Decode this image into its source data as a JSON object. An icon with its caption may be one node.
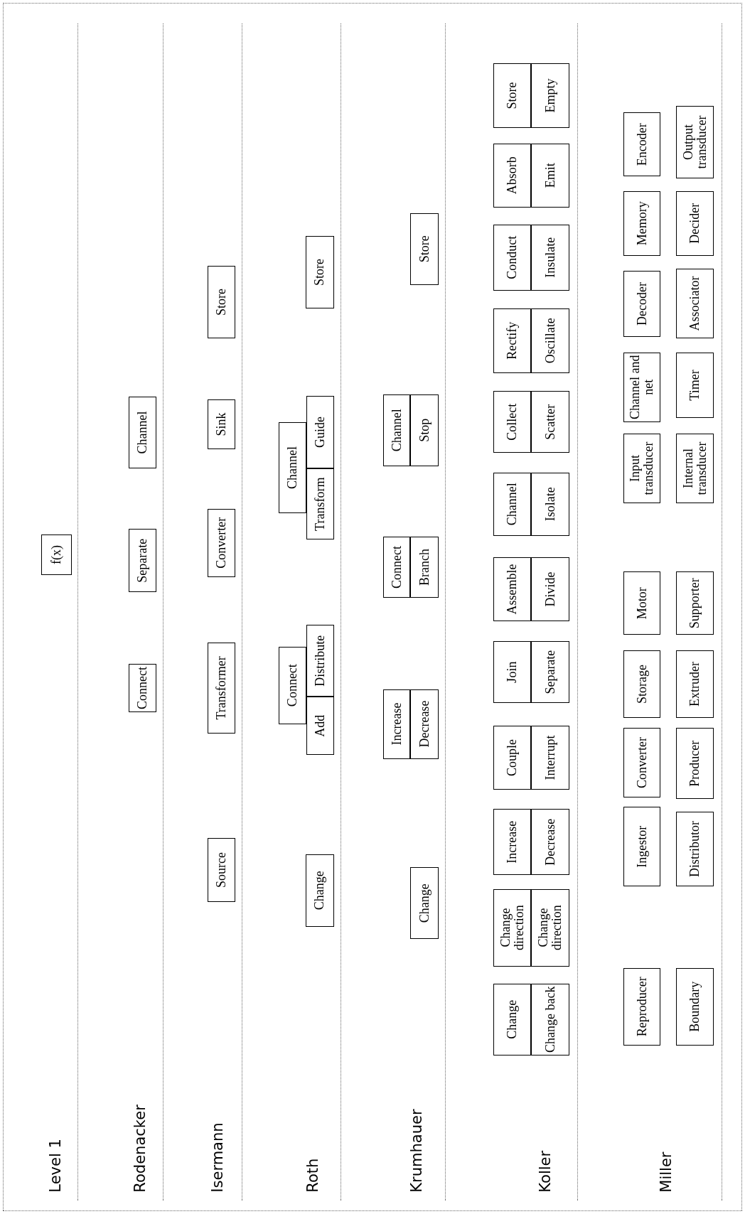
{
  "diagram": {
    "nodes": [
      {
        "text": [
          "f(x)"
        ]
      },
      {
        "text": [
          "Connect"
        ]
      },
      {
        "text": [
          "Separate"
        ]
      },
      {
        "text": [
          "Channel"
        ]
      },
      {
        "text": [
          "Source"
        ]
      },
      {
        "text": [
          "Transformer"
        ]
      },
      {
        "text": [
          "Converter"
        ]
      },
      {
        "text": [
          "Sink"
        ]
      },
      {
        "text": [
          "Store"
        ]
      },
      {
        "text": [
          "Change"
        ]
      },
      {
        "text": [
          "Connect"
        ]
      },
      {
        "text": [
          "Add"
        ]
      },
      {
        "text": [
          "Distribute"
        ]
      },
      {
        "text": [
          "Channel"
        ]
      },
      {
        "text": [
          "Transform"
        ]
      },
      {
        "text": [
          "Guide"
        ]
      },
      {
        "text": [
          "Store"
        ]
      },
      {
        "text": [
          "Change"
        ]
      },
      {
        "text": [
          "Increase"
        ]
      },
      {
        "text": [
          "Decrease"
        ]
      },
      {
        "text": [
          "Connect"
        ]
      },
      {
        "text": [
          "Branch"
        ]
      },
      {
        "text": [
          "Channel"
        ]
      },
      {
        "text": [
          "Stop"
        ]
      },
      {
        "text": [
          "Store"
        ]
      },
      {
        "text": [
          "Change"
        ]
      },
      {
        "text": [
          "Change back"
        ]
      },
      {
        "text": [
          "Change direction"
        ]
      },
      {
        "text": [
          "Change direction"
        ]
      },
      {
        "text": [
          "Increase"
        ]
      },
      {
        "text": [
          "Decrease"
        ]
      },
      {
        "text": [
          "Couple"
        ]
      },
      {
        "text": [
          "Interrupt"
        ]
      },
      {
        "text": [
          "Join"
        ]
      },
      {
        "text": [
          "Separate"
        ]
      },
      {
        "text": [
          "Assemble"
        ]
      },
      {
        "text": [
          "Divide"
        ]
      },
      {
        "text": [
          "Channel"
        ]
      },
      {
        "text": [
          "Isolate"
        ]
      },
      {
        "text": [
          "Collect"
        ]
      },
      {
        "text": [
          "Scatter"
        ]
      },
      {
        "text": [
          "Rectify"
        ]
      },
      {
        "text": [
          "Oscillate"
        ]
      },
      {
        "text": [
          "Conduct"
        ]
      },
      {
        "text": [
          "Insulate"
        ]
      },
      {
        "text": [
          "Absorb"
        ]
      },
      {
        "text": [
          "Emit"
        ]
      },
      {
        "text": [
          "Store"
        ]
      },
      {
        "text": [
          "Empty"
        ]
      },
      {
        "text": [
          "Reproducer"
        ]
      },
      {
        "text": [
          "Ingestor"
        ]
      },
      {
        "text": [
          "Converter"
        ]
      },
      {
        "text": [
          "Storage"
        ]
      },
      {
        "text": [
          "Motor"
        ]
      },
      {
        "text": [
          "Input transducer"
        ]
      },
      {
        "text": [
          "Channel and net"
        ]
      },
      {
        "text": [
          "Decoder"
        ]
      },
      {
        "text": [
          "Memory"
        ]
      },
      {
        "text": [
          "Encoder"
        ]
      },
      {
        "text": [
          "Boundary"
        ]
      },
      {
        "text": [
          "Distributor"
        ]
      },
      {
        "text": [
          "Producer"
        ]
      },
      {
        "text": [
          "Extruder"
        ]
      },
      {
        "text": [
          "Supporter"
        ]
      },
      {
        "text": [
          "Internal transducer"
        ]
      },
      {
        "text": [
          "Timer"
        ]
      },
      {
        "text": [
          "Associator"
        ]
      },
      {
        "text": [
          "Decider"
        ]
      },
      {
        "text": [
          "Output transducer"
        ]
      }
    ],
    "labels": [
      "Level 1",
      "Rodenacker",
      "Isermann",
      "Roth",
      "Krumhauer",
      "Koller",
      "Miller"
    ]
  }
}
